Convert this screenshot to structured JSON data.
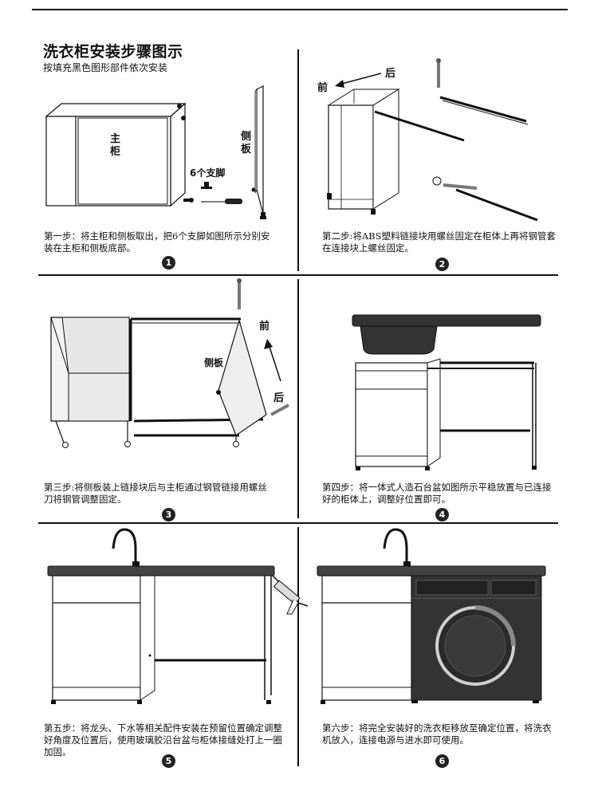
{
  "header": {
    "title": "洗衣柜安装步骤图示",
    "subtitle": "按填充黑色图形部件依次安装"
  },
  "steps": [
    {
      "number": "1",
      "caption": "第一步：将主柜和侧板取出，把6个支脚如图所示分别安装在主柜和侧板底部。",
      "labels": {
        "main_cabinet": "主柜",
        "side_panel": "侧板",
        "feet": "6个支脚"
      }
    },
    {
      "number": "2",
      "caption": "第二步:将ABS塑料链接块用螺丝固定在柜体上再将钢管套在连接块上螺丝固定。",
      "labels": {
        "front": "前",
        "back": "后"
      }
    },
    {
      "number": "3",
      "caption": "第三步:将侧板装上链接块后与主柜通过钢管链接用螺丝刀将钢管调整固定。",
      "labels": {
        "side_panel": "侧板",
        "front": "前",
        "back": "后"
      }
    },
    {
      "number": "4",
      "caption": "第四步：将一体式人造石台盆如图所示平稳放置与已连接好的柜体上，调整好位置即可。"
    },
    {
      "number": "5",
      "caption": "第五步：将龙头、下水等相关配件安装在预留位置确定调整好角度及位置后，使用玻璃胶沿台盆与柜体接缝处打上一圈加固。"
    },
    {
      "number": "6",
      "caption": "第六步：将完全安装好的洗衣柜移放至确定位置，将洗衣机放入，连接电源与进水即可使用。"
    }
  ]
}
